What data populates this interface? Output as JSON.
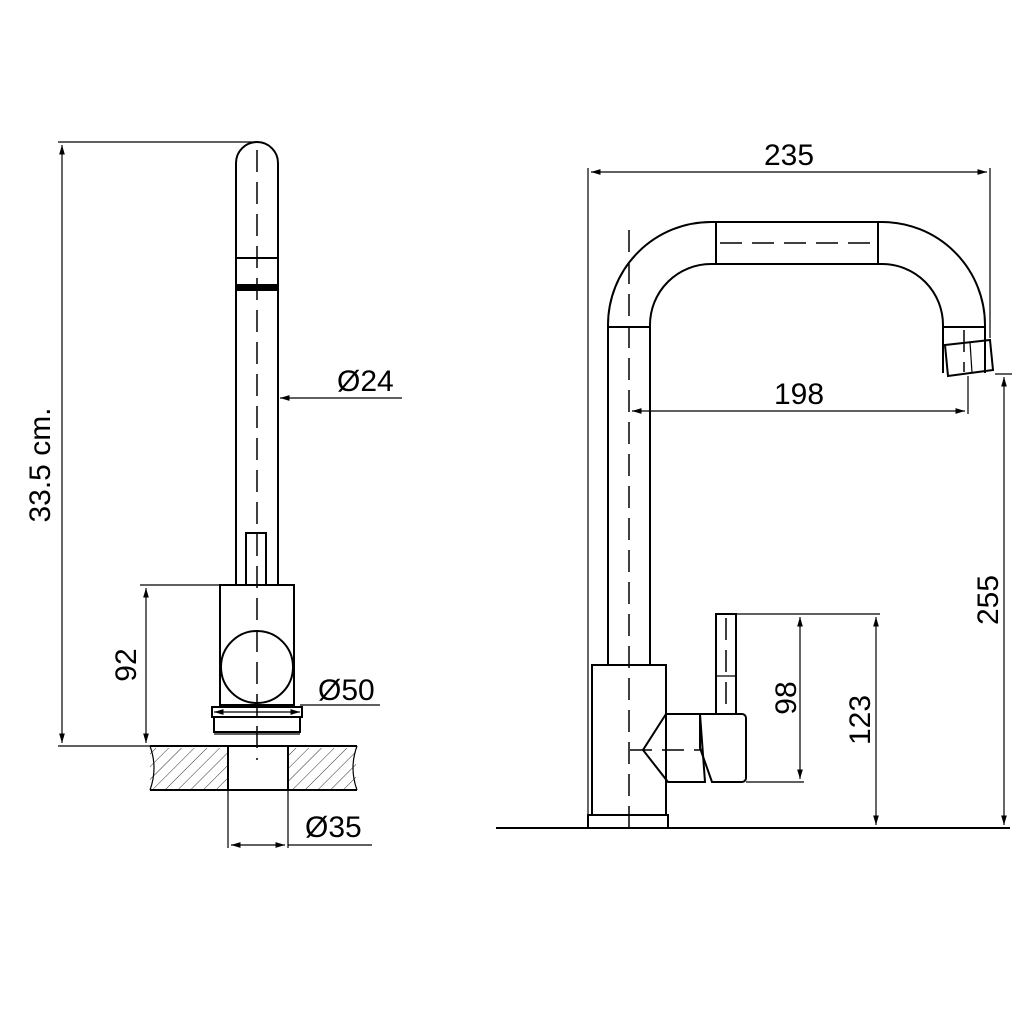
{
  "side_view": {
    "height_label": "33.5 cm.",
    "spout_diameter": "Ø24",
    "body_height": "92",
    "body_diameter": "Ø50",
    "hole_diameter": "Ø35"
  },
  "front_view": {
    "total_width": "235",
    "spout_reach": "198",
    "spout_height": "255",
    "handle_height": "98",
    "body_height": "123"
  }
}
